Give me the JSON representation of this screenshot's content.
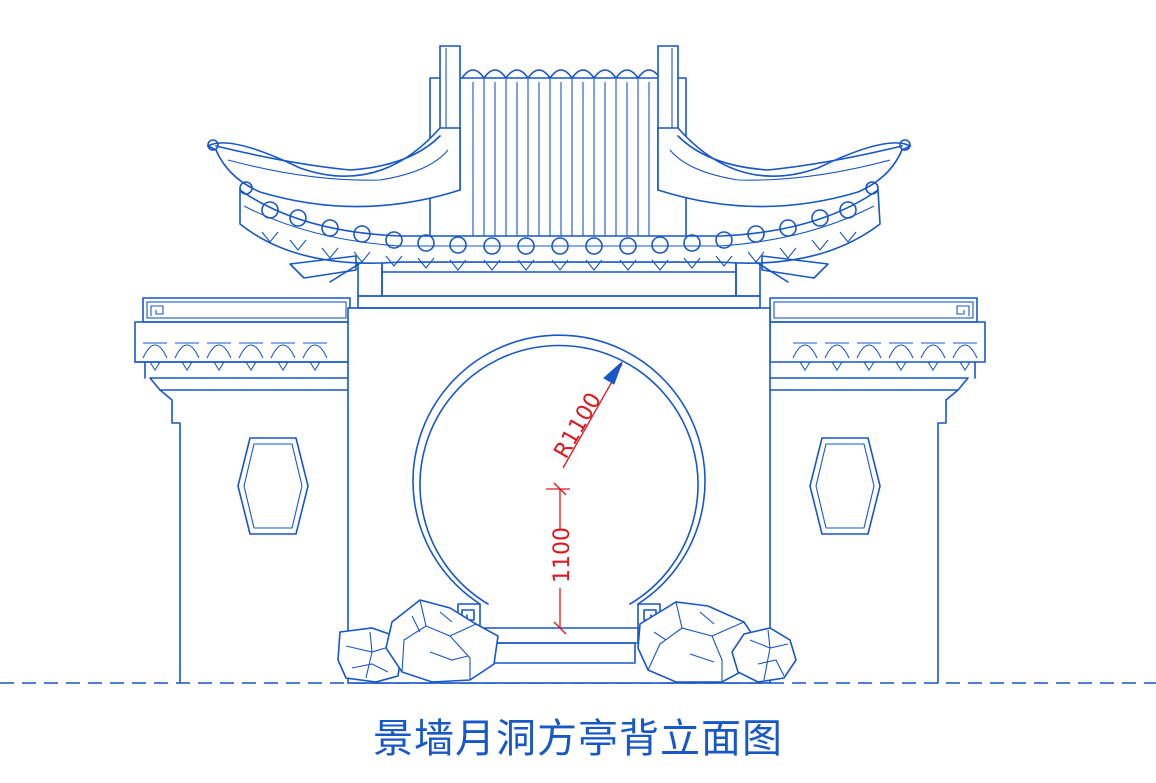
{
  "caption": "景墙月洞方亭背立面图",
  "dimensions": {
    "radius_label": "R1100",
    "height_label": "1100"
  },
  "colors": {
    "line": "#1757c8",
    "dimension": "#e0161d",
    "background": "#ffffff"
  }
}
